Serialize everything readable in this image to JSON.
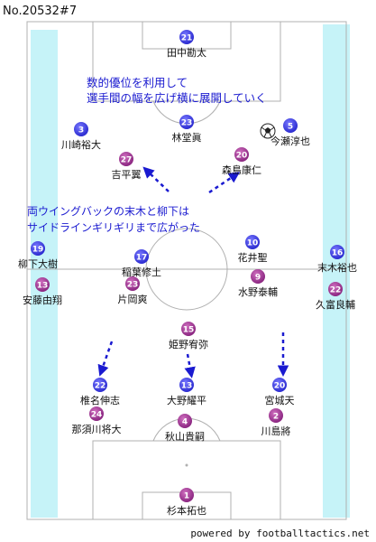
{
  "header": {
    "board_id": "No.20532#7"
  },
  "footer": {
    "credit": "powered by footballtactics.net"
  },
  "colors": {
    "pitch_line": "#b0b0b0",
    "wing_zone": "#c6f3f8",
    "team_blue": "#3b3be0",
    "team_purple": "#9a2f8c",
    "arrow": "#1a1ad0",
    "annotation_text": "#1a1ad0",
    "label_text": "#111111"
  },
  "annotations": [
    {
      "id": "note-top",
      "lines": [
        "数的優位を利用して",
        "選手間の幅を広げ横に展開していく"
      ]
    },
    {
      "id": "note-mid",
      "lines": [
        "両ウイングバックの末木と柳下は",
        "サイドラインギリギリまで広がった"
      ]
    }
  ],
  "ball": {
    "icon": "soccer-ball-icon"
  },
  "players": [
    {
      "team": "blue",
      "number": "21",
      "name": "田中勘太"
    },
    {
      "team": "blue",
      "number": "3",
      "name": "川崎裕大"
    },
    {
      "team": "blue",
      "number": "23",
      "name": "林堂眞"
    },
    {
      "team": "blue",
      "number": "5",
      "name": "今瀬淳也"
    },
    {
      "team": "purple",
      "number": "27",
      "name": "吉平翼"
    },
    {
      "team": "purple",
      "number": "20",
      "name": "森島康仁"
    },
    {
      "team": "blue",
      "number": "19",
      "name": "柳下大樹"
    },
    {
      "team": "blue",
      "number": "17",
      "name": "稲葉修土"
    },
    {
      "team": "blue",
      "number": "10",
      "name": "花井聖"
    },
    {
      "team": "blue",
      "number": "16",
      "name": "末木裕也"
    },
    {
      "team": "purple",
      "number": "13",
      "name": "安藤由翔"
    },
    {
      "team": "purple",
      "number": "23",
      "name": "片岡爽"
    },
    {
      "team": "purple",
      "number": "9",
      "name": "水野泰輔"
    },
    {
      "team": "purple",
      "number": "22",
      "name": "久富良輔"
    },
    {
      "team": "purple",
      "number": "15",
      "name": "姫野宥弥"
    },
    {
      "team": "blue",
      "number": "22",
      "name": "椎名伸志"
    },
    {
      "team": "blue",
      "number": "13",
      "name": "大野耀平"
    },
    {
      "team": "blue",
      "number": "20",
      "name": "宮城天"
    },
    {
      "team": "purple",
      "number": "24",
      "name": "那須川将大"
    },
    {
      "team": "purple",
      "number": "4",
      "name": "秋山貴嗣"
    },
    {
      "team": "purple",
      "number": "2",
      "name": "川島將"
    },
    {
      "team": "purple",
      "number": "1",
      "name": "杉本拓也"
    }
  ],
  "arrows": [
    {
      "id": "arrow-to-yoshihira",
      "style": "dashed"
    },
    {
      "id": "arrow-to-morishima",
      "style": "dashed"
    },
    {
      "id": "arrow-shiina",
      "style": "dashed"
    },
    {
      "id": "arrow-ono",
      "style": "dashed"
    },
    {
      "id": "arrow-miyagi",
      "style": "dashed"
    }
  ]
}
